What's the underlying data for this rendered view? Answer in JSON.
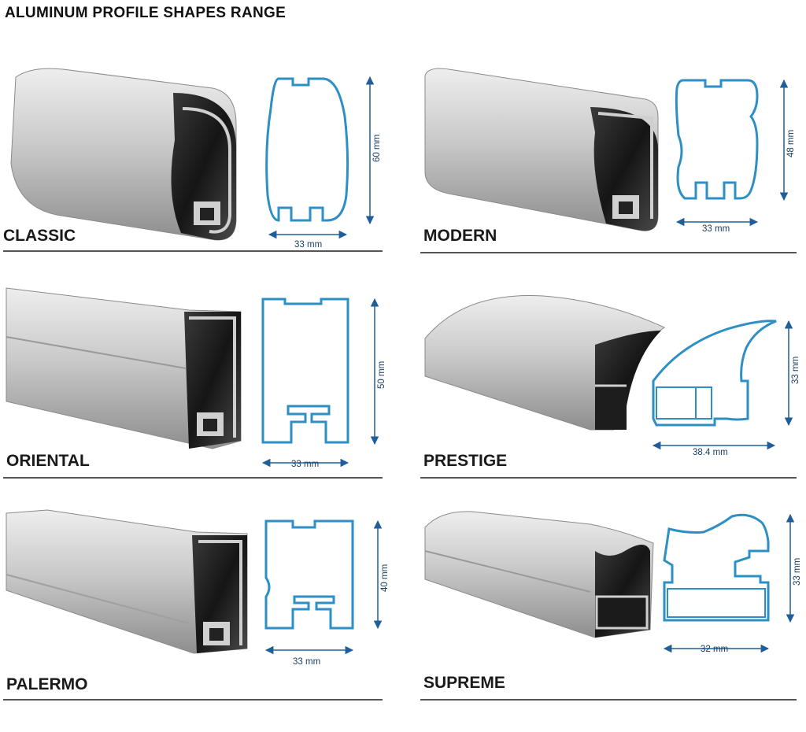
{
  "title": "ALUMINUM PROFILE SHAPES RANGE",
  "colors": {
    "profile_outline": "#2e8fc4",
    "dimension_arrow": "#1f5e99",
    "metal_light": "#d5d5d5",
    "metal_dark": "#1c1c1c",
    "rule": "#555555"
  },
  "profiles": [
    {
      "name": "CLASSIC",
      "width": "33 mm",
      "height": "60 mm"
    },
    {
      "name": "MODERN",
      "width": "33 mm",
      "height": "48 mm"
    },
    {
      "name": "ORIENTAL",
      "width": "33 mm",
      "height": "50 mm"
    },
    {
      "name": "PRESTIGE",
      "width": "38.4 mm",
      "height": "33 mm"
    },
    {
      "name": "PALERMO",
      "width": "33 mm",
      "height": "40 mm"
    },
    {
      "name": "SUPREME",
      "width": "32 mm",
      "height": "33 mm"
    }
  ]
}
